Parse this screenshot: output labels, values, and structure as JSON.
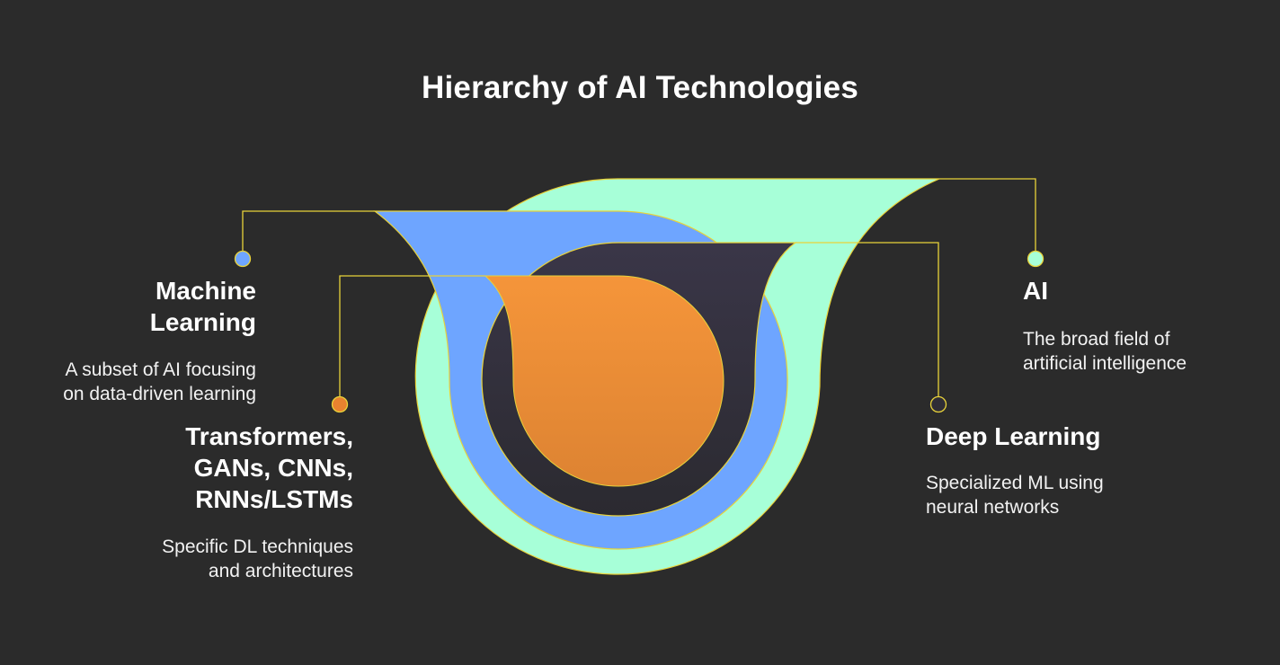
{
  "title": "Hierarchy of AI Technologies",
  "layers": [
    {
      "id": "ai",
      "name": "AI",
      "description_line1": "The broad field of",
      "description_line2": "artificial intelligence",
      "color": "#a7ffd8"
    },
    {
      "id": "ml",
      "name_line1": "Machine",
      "name_line2": "Learning",
      "description_line1": "A subset of AI focusing",
      "description_line2": "on data-driven learning",
      "color": "#6ea5ff"
    },
    {
      "id": "dl",
      "name": "Deep Learning",
      "description_line1": "Specialized ML using",
      "description_line2": "neural networks",
      "color": "#33313f"
    },
    {
      "id": "tr",
      "name_line1": "Transformers,",
      "name_line2": "GANs, CNNs,",
      "name_line3": "RNNs/LSTMs",
      "description_line1": "Specific DL techniques",
      "description_line2": "and architectures",
      "color": "#f0913a"
    }
  ],
  "colors": {
    "background": "#2b2b2b",
    "connector": "#e8d23a",
    "text": "#ffffff"
  }
}
